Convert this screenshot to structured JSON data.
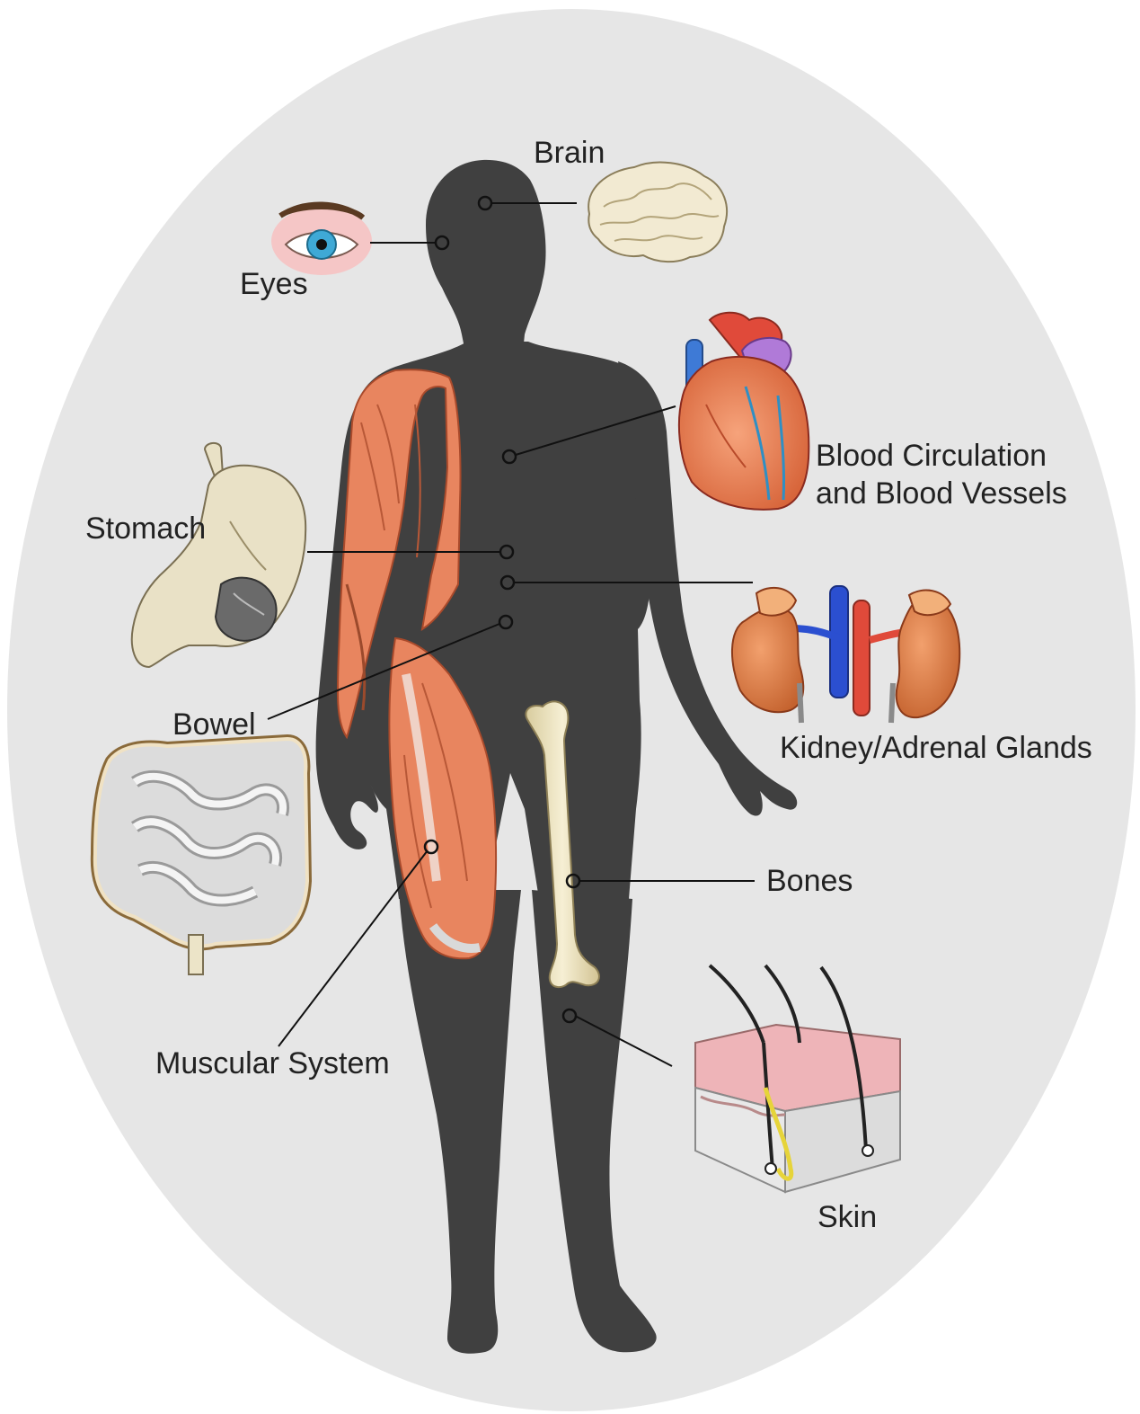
{
  "labels": {
    "brain": "Brain",
    "eyes": "Eyes",
    "blood_line1": "Blood Circulation",
    "blood_line2": "and Blood Vessels",
    "stomach": "Stomach",
    "kidney": "Kidney/Adrenal Glands",
    "bowel": "Bowel",
    "bones": "Bones",
    "muscular": "Muscular System",
    "skin": "Skin"
  },
  "colors": {
    "background_oval": "#e6e6e6",
    "body_silhouette": "#404040",
    "muscle": "#e8855f",
    "bone": "#efe6c4",
    "leader_line": "#111111"
  }
}
